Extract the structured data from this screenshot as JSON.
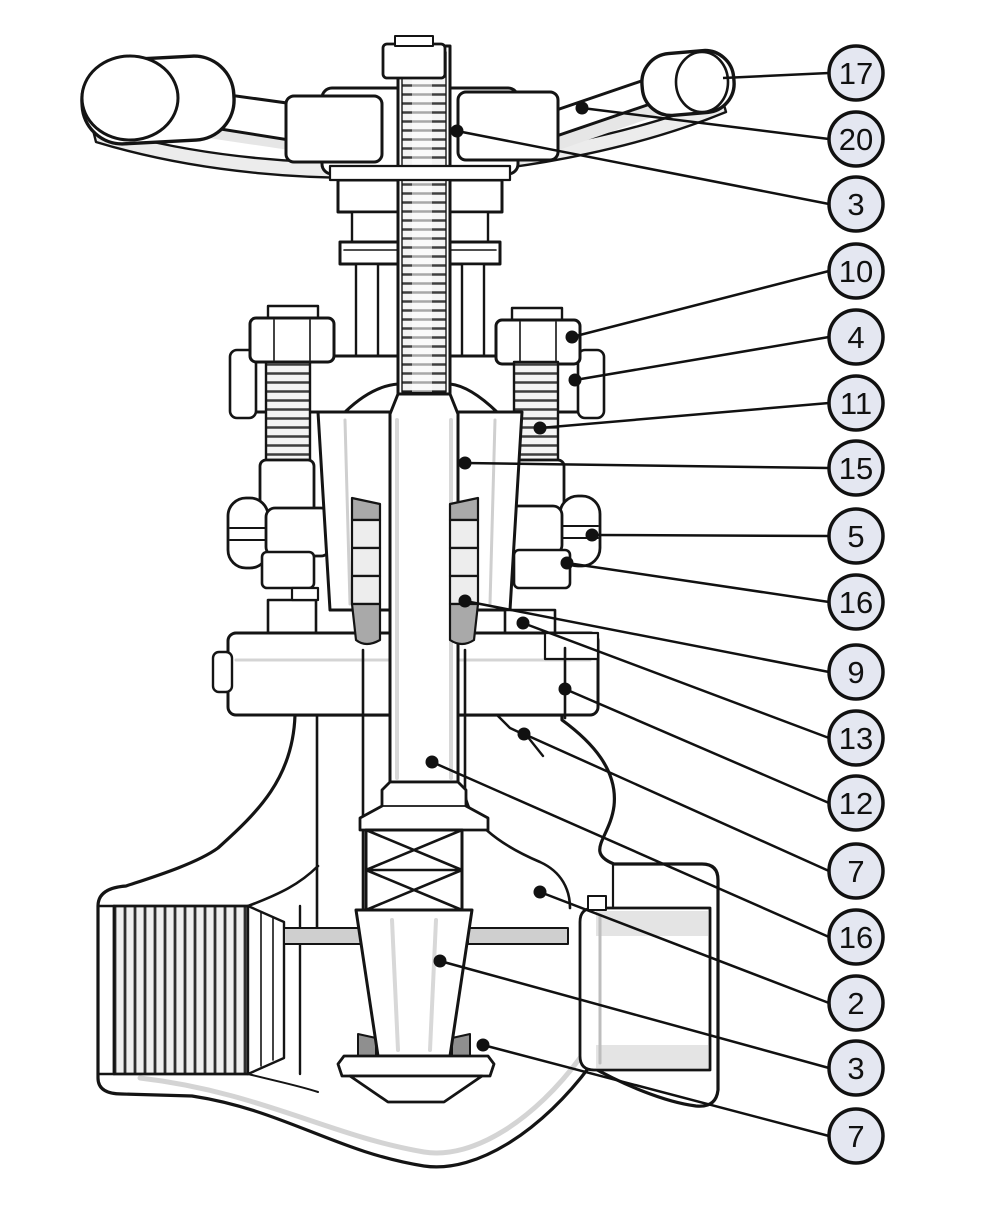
{
  "figure": {
    "kind": "parts-callout-diagram",
    "subject": "gate-valve-cross-section"
  },
  "theme": {
    "background": "#ffffff",
    "line_color": "#141414",
    "badge_fill": "#e4e7f1",
    "badge_border": "#111111",
    "badge_text_color": "#111111",
    "packing_dark": "#a9a9a9",
    "packing_light": "#ededed",
    "seat_gray": "#8f8f8f"
  },
  "callouts": [
    {
      "label": "17"
    },
    {
      "label": "20"
    },
    {
      "label": "3"
    },
    {
      "label": "10"
    },
    {
      "label": "4"
    },
    {
      "label": "11"
    },
    {
      "label": "15"
    },
    {
      "label": "5"
    },
    {
      "label": "16"
    },
    {
      "label": "9"
    },
    {
      "label": "13"
    },
    {
      "label": "12"
    },
    {
      "label": "7"
    },
    {
      "label": "16"
    },
    {
      "label": "2"
    },
    {
      "label": "3"
    },
    {
      "label": "7"
    }
  ]
}
